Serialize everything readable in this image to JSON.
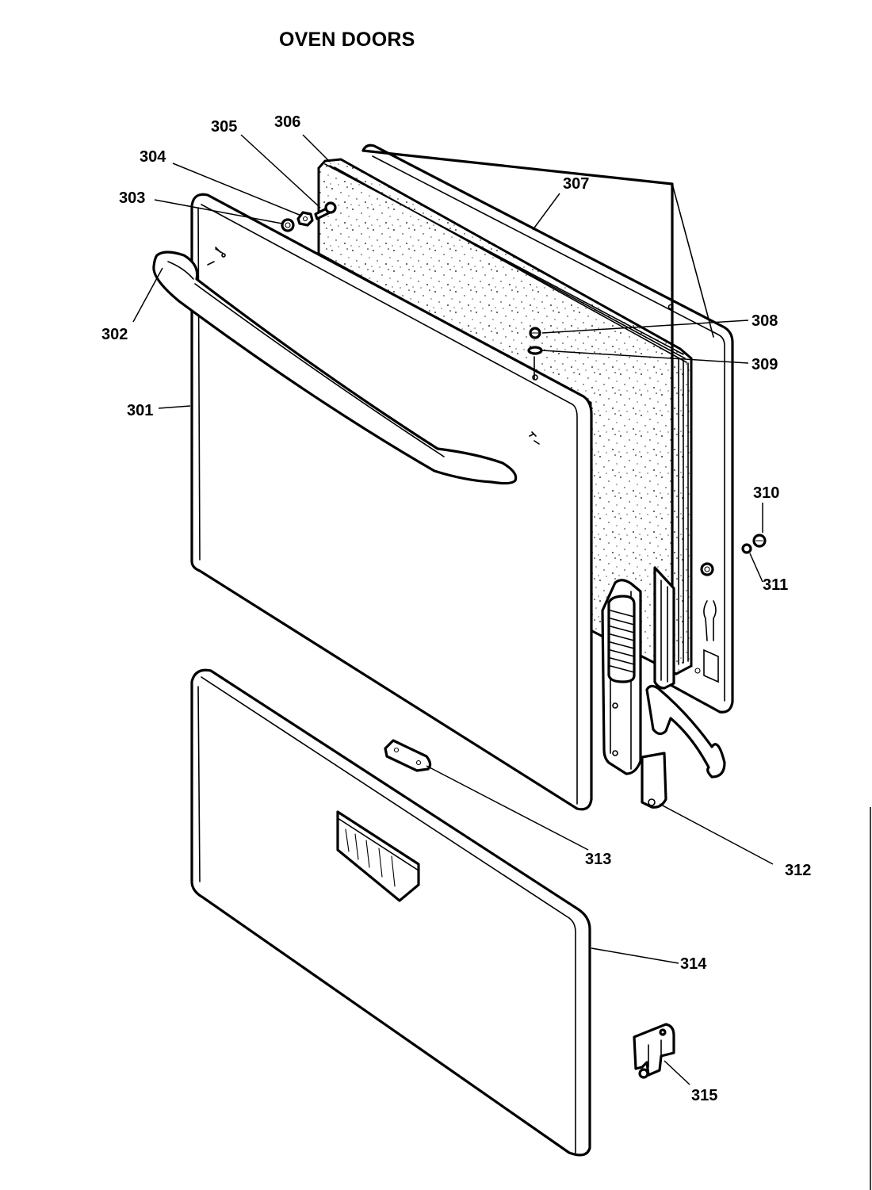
{
  "title": "OVEN DOORS",
  "callouts": [
    {
      "id": "p301",
      "label": "301"
    },
    {
      "id": "p302",
      "label": "302"
    },
    {
      "id": "p303",
      "label": "303"
    },
    {
      "id": "p304",
      "label": "304"
    },
    {
      "id": "p305",
      "label": "305"
    },
    {
      "id": "p306",
      "label": "306"
    },
    {
      "id": "p307",
      "label": "307"
    },
    {
      "id": "p308",
      "label": "308"
    },
    {
      "id": "p309",
      "label": "309"
    },
    {
      "id": "p310",
      "label": "310"
    },
    {
      "id": "p311",
      "label": "311"
    },
    {
      "id": "p312",
      "label": "312"
    },
    {
      "id": "p313",
      "label": "313"
    },
    {
      "id": "p314",
      "label": "314"
    },
    {
      "id": "p315",
      "label": "315"
    }
  ]
}
